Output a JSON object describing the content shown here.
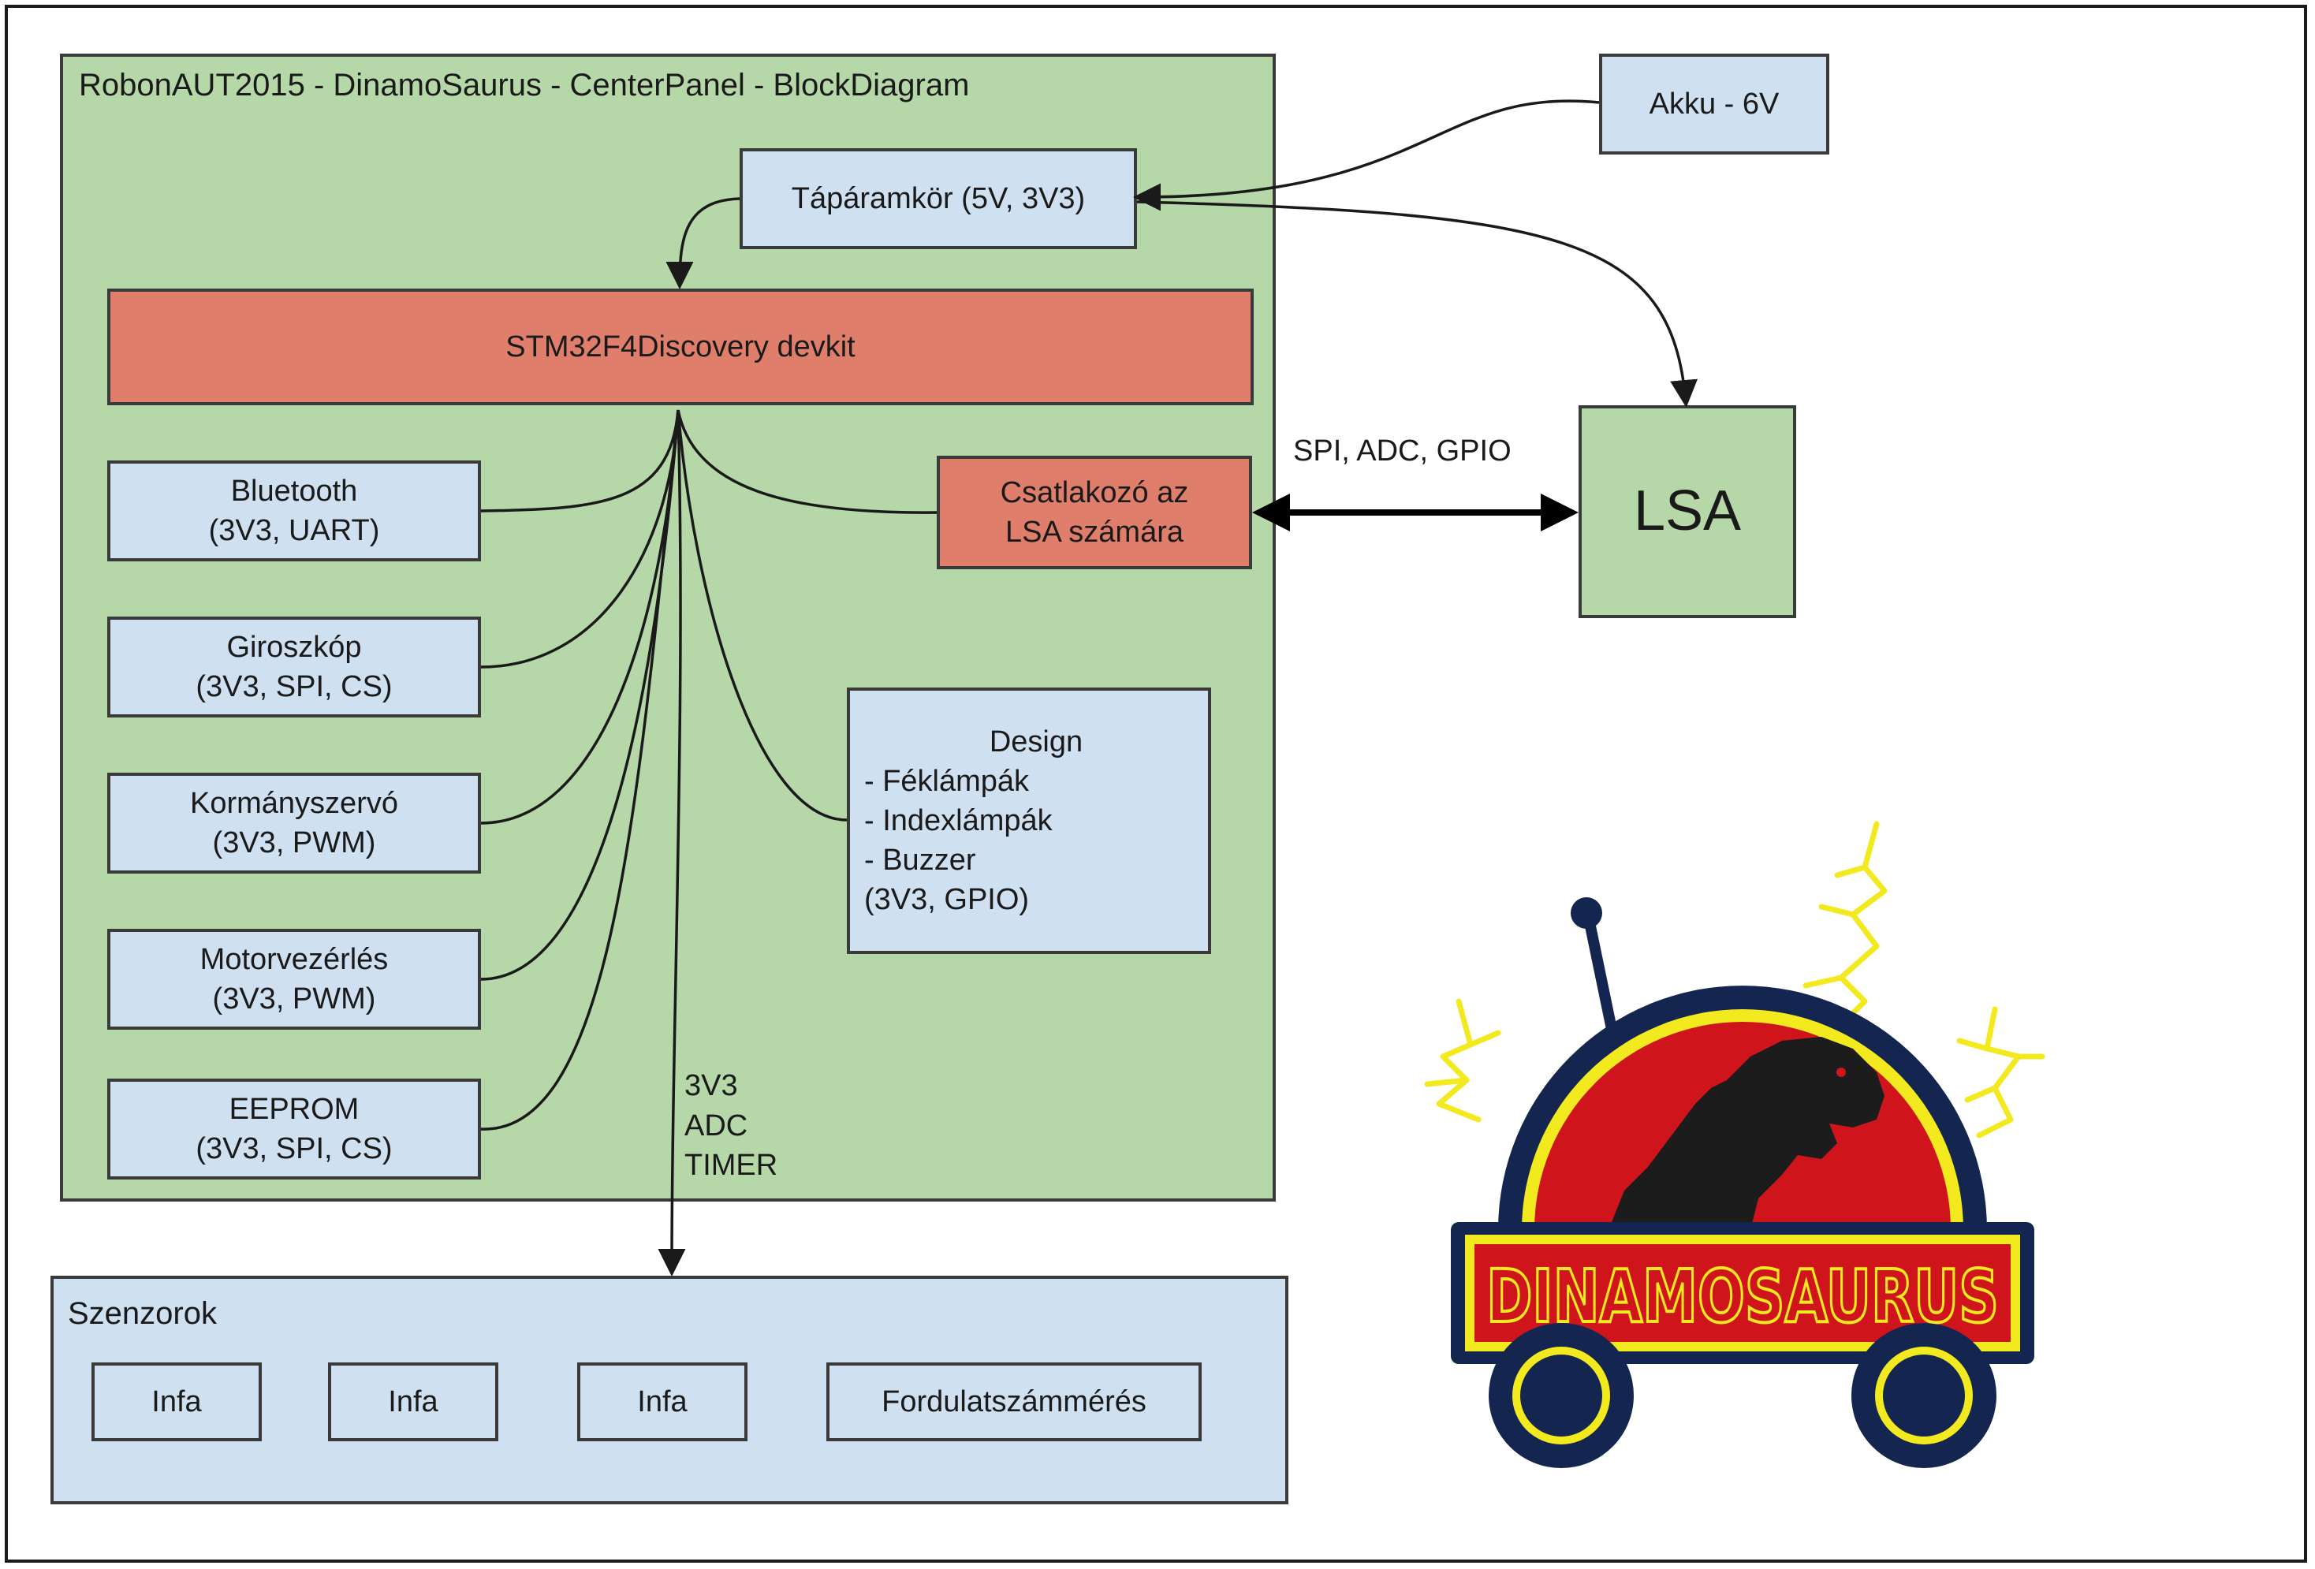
{
  "panel": {
    "title": "RobonAUT2015 - DinamoSaurus - CenterPanel - BlockDiagram"
  },
  "battery": {
    "label": "Akku - 6V"
  },
  "power": {
    "label": "Tápáramkör (5V, 3V3)"
  },
  "mcu": {
    "label": "STM32F4Discovery devkit"
  },
  "connector": {
    "line1": "Csatlakozó az",
    "line2": "LSA számára"
  },
  "lsa": {
    "label": "LSA"
  },
  "lsa_link": {
    "label": "SPI, ADC, GPIO"
  },
  "modules": [
    {
      "name": "Bluetooth",
      "spec": "(3V3, UART)"
    },
    {
      "name": "Giroszkóp",
      "spec": "(3V3, SPI, CS)"
    },
    {
      "name": "Kormányszervó",
      "spec": "(3V3, PWM)"
    },
    {
      "name": "Motorvezérlés",
      "spec": "(3V3, PWM)"
    },
    {
      "name": "EEPROM",
      "spec": "(3V3, SPI, CS)"
    }
  ],
  "design": {
    "title": "Design",
    "items": [
      "- Féklámpák",
      "- Indexlámpák",
      "- Buzzer"
    ],
    "spec": "(3V3, GPIO)"
  },
  "bus": {
    "line1": "3V3",
    "line2": "ADC",
    "line3": "TIMER"
  },
  "sensors": {
    "title": "Szenzorok",
    "items": [
      "Infa",
      "Infa",
      "Infa",
      "Fordulatszámmérés"
    ]
  },
  "logo": {
    "text": "DINAMOSAURUS"
  },
  "colors": {
    "panel_green": "#b6d7a8",
    "box_blue": "#cfe0f1",
    "box_red": "#e07e6c",
    "logo_navy": "#14264f",
    "logo_red": "#d0141c",
    "logo_yellow": "#f2ea1e"
  }
}
